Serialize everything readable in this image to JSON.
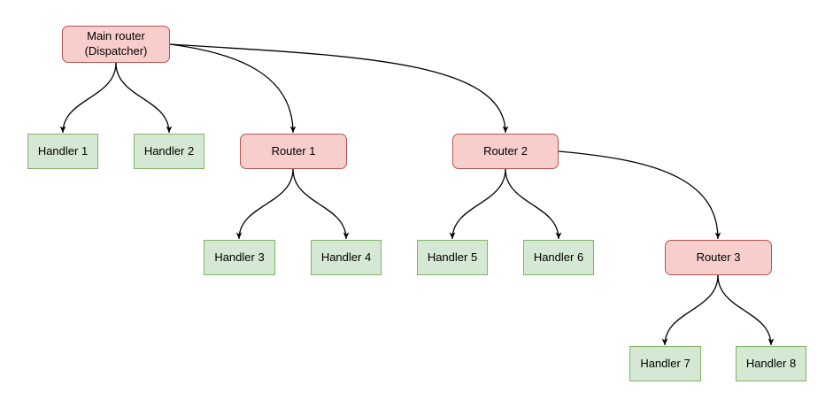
{
  "diagram": {
    "background": "#ffffff",
    "colors": {
      "router_fill": "#f8cecc",
      "router_border": "#b85450",
      "handler_fill": "#d5e8d4",
      "handler_border": "#82b366",
      "edge": "#000000",
      "text": "#000000"
    },
    "nodes": [
      {
        "id": "main-router",
        "label": "Main router\n(Dispatcher)",
        "type": "router"
      },
      {
        "id": "handler-1",
        "label": "Handler 1",
        "type": "handler"
      },
      {
        "id": "handler-2",
        "label": "Handler 2",
        "type": "handler"
      },
      {
        "id": "router-1",
        "label": "Router 1",
        "type": "router"
      },
      {
        "id": "router-2",
        "label": "Router 2",
        "type": "router"
      },
      {
        "id": "handler-3",
        "label": "Handler 3",
        "type": "handler"
      },
      {
        "id": "handler-4",
        "label": "Handler 4",
        "type": "handler"
      },
      {
        "id": "handler-5",
        "label": "Handler 5",
        "type": "handler"
      },
      {
        "id": "handler-6",
        "label": "Handler 6",
        "type": "handler"
      },
      {
        "id": "router-3",
        "label": "Router 3",
        "type": "router"
      },
      {
        "id": "handler-7",
        "label": "Handler 7",
        "type": "handler"
      },
      {
        "id": "handler-8",
        "label": "Handler 8",
        "type": "handler"
      }
    ],
    "edges": [
      {
        "from": "main-router",
        "to": "handler-1"
      },
      {
        "from": "main-router",
        "to": "handler-2"
      },
      {
        "from": "main-router",
        "to": "router-1"
      },
      {
        "from": "main-router",
        "to": "router-2"
      },
      {
        "from": "router-1",
        "to": "handler-3"
      },
      {
        "from": "router-1",
        "to": "handler-4"
      },
      {
        "from": "router-2",
        "to": "handler-5"
      },
      {
        "from": "router-2",
        "to": "handler-6"
      },
      {
        "from": "router-2",
        "to": "router-3"
      },
      {
        "from": "router-3",
        "to": "handler-7"
      },
      {
        "from": "router-3",
        "to": "handler-8"
      }
    ]
  }
}
